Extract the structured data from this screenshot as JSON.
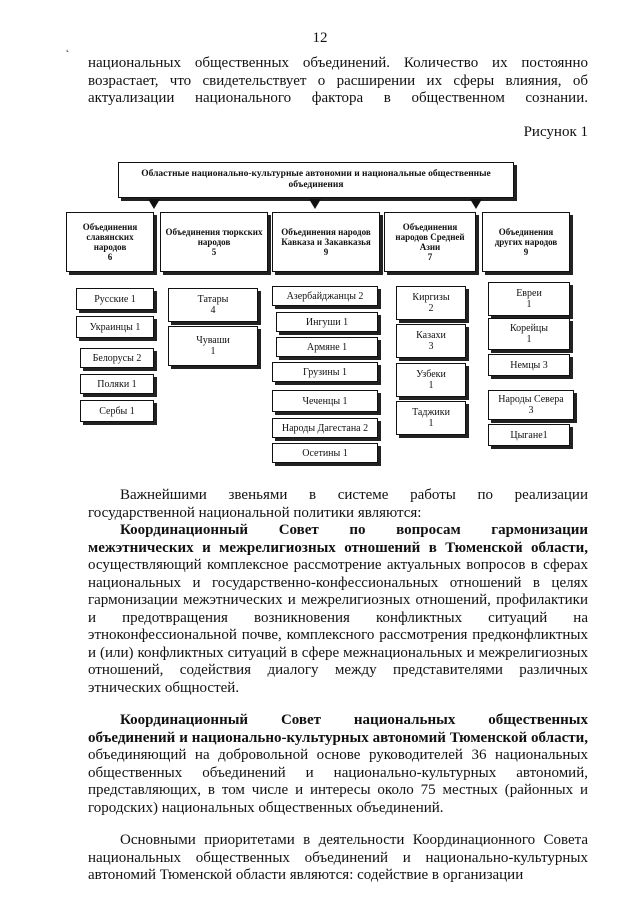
{
  "page_number": "12",
  "intro": "национальных общественных объединений. Количество их постоянно возрастает, что свидетельствует о расширении их сферы влияния, об актуализации национального фактора в общественном сознании.",
  "figure_label": "Рисунок 1",
  "diagram": {
    "root": "Областные национально-культурные автономии и национальные общественные объединения",
    "groups": [
      {
        "title": "Объединения славянских народов",
        "count": "6",
        "items": [
          "Русские 1",
          "Украинцы 1",
          "Белорусы 2",
          "Поляки 1",
          "Сербы 1"
        ]
      },
      {
        "title": "Объединения тюркских народов",
        "count": "5",
        "items": [
          "Татары\n4",
          "Чуваши\n1"
        ]
      },
      {
        "title": "Объединения народов Кавказа и Закавказья",
        "count": "9",
        "items": [
          "Азербайджанцы 2",
          "Ингуши 1",
          "Армяне 1",
          "Грузины 1",
          "Чеченцы 1",
          "Народы Дагестана 2",
          "Осетины 1"
        ]
      },
      {
        "title": "Объединения народов Средней Азии",
        "count": "7",
        "items": [
          "Киргизы\n2",
          "Казахи\n3",
          "Узбеки\n1",
          "Таджики\n1"
        ]
      },
      {
        "title": "Объединения других народов",
        "count": "9",
        "items": [
          "Евреи\n1",
          "Корейцы\n1",
          "Немцы 3",
          "Народы Севера\n3",
          "Цыгане1"
        ]
      }
    ]
  },
  "p1": "Важнейшими звеньями в системе работы по реализации государственной национальной политики являются:",
  "p2_bold": "Координационный Совет по вопросам гармонизации межэтнических и межрелигиозных отношений в Тюменской области,",
  "p2_rest": " осуществляющий комплексное рассмотрение актуальных вопросов в сферах национальных и государственно-конфессиональных отношений в целях гармонизации межэтнических и межрелигиозных отношений, профилактики и предотвращения возникновения конфликтных ситуаций на этноконфессиональной почве, комплексного рассмотрения предконфликтных и (или) конфликтных ситуаций в сфере межнациональных и межрелигиозных отношений, содействия диалогу между представителями различных этнических общностей.",
  "p3_bold": "Координационный Совет национальных общественных объединений и национально-культурных автономий Тюменской области,",
  "p3_rest": " объединяющий на добровольной основе руководителей 36 национальных общественных объединений и национально-культурных автономий, представляющих, в том числе и интересы около 75 местных (районных и городских) национальных общественных объединений.",
  "p4": "Основными приоритетами в деятельности Координационного Совета национальных общественных объединений и национально-культурных автономий Тюменской области являются: содействие в организации"
}
